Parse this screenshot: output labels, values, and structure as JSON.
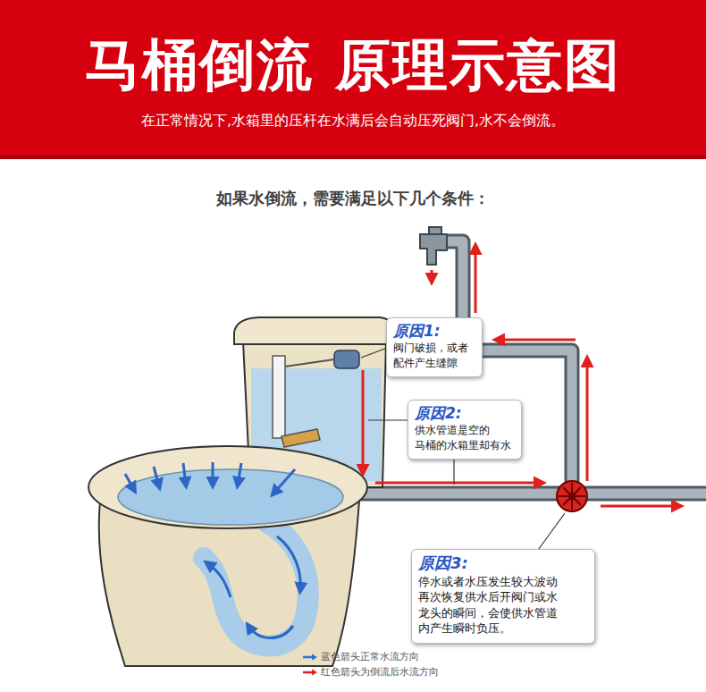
{
  "diagram": {
    "title": "马桶倒流 原理示意图",
    "nodes": [
      {
        "text": [
          "原因1:",
          "阀门破损，或者 配件产生缝隙"
        ]
      },
      {
        "text": [
          "原因2:",
          "供水管道是空的 马桶的水箱里却有水"
        ]
      },
      {
        "text": [
          "原因3:",
          "停水或者水压发生较大波动 再次恢复供水后开阀门或水 龙头的瞬间，会使供水管道 内产生瞬时负压。"
        ]
      }
    ],
    "labels": [
      "在正常情况下,水箱里的压杆在水满后会自动压死阀门,水不会倒流。",
      "如果水倒流，需要满足以下几个条件："
    ],
    "legend": [
      {
        "text": "蓝色箭头正常水流方向",
        "color": "#2b6fd6"
      },
      {
        "text": "红色箭头为倒流后水流方向",
        "color": "#e0201c"
      }
    ]
  }
}
